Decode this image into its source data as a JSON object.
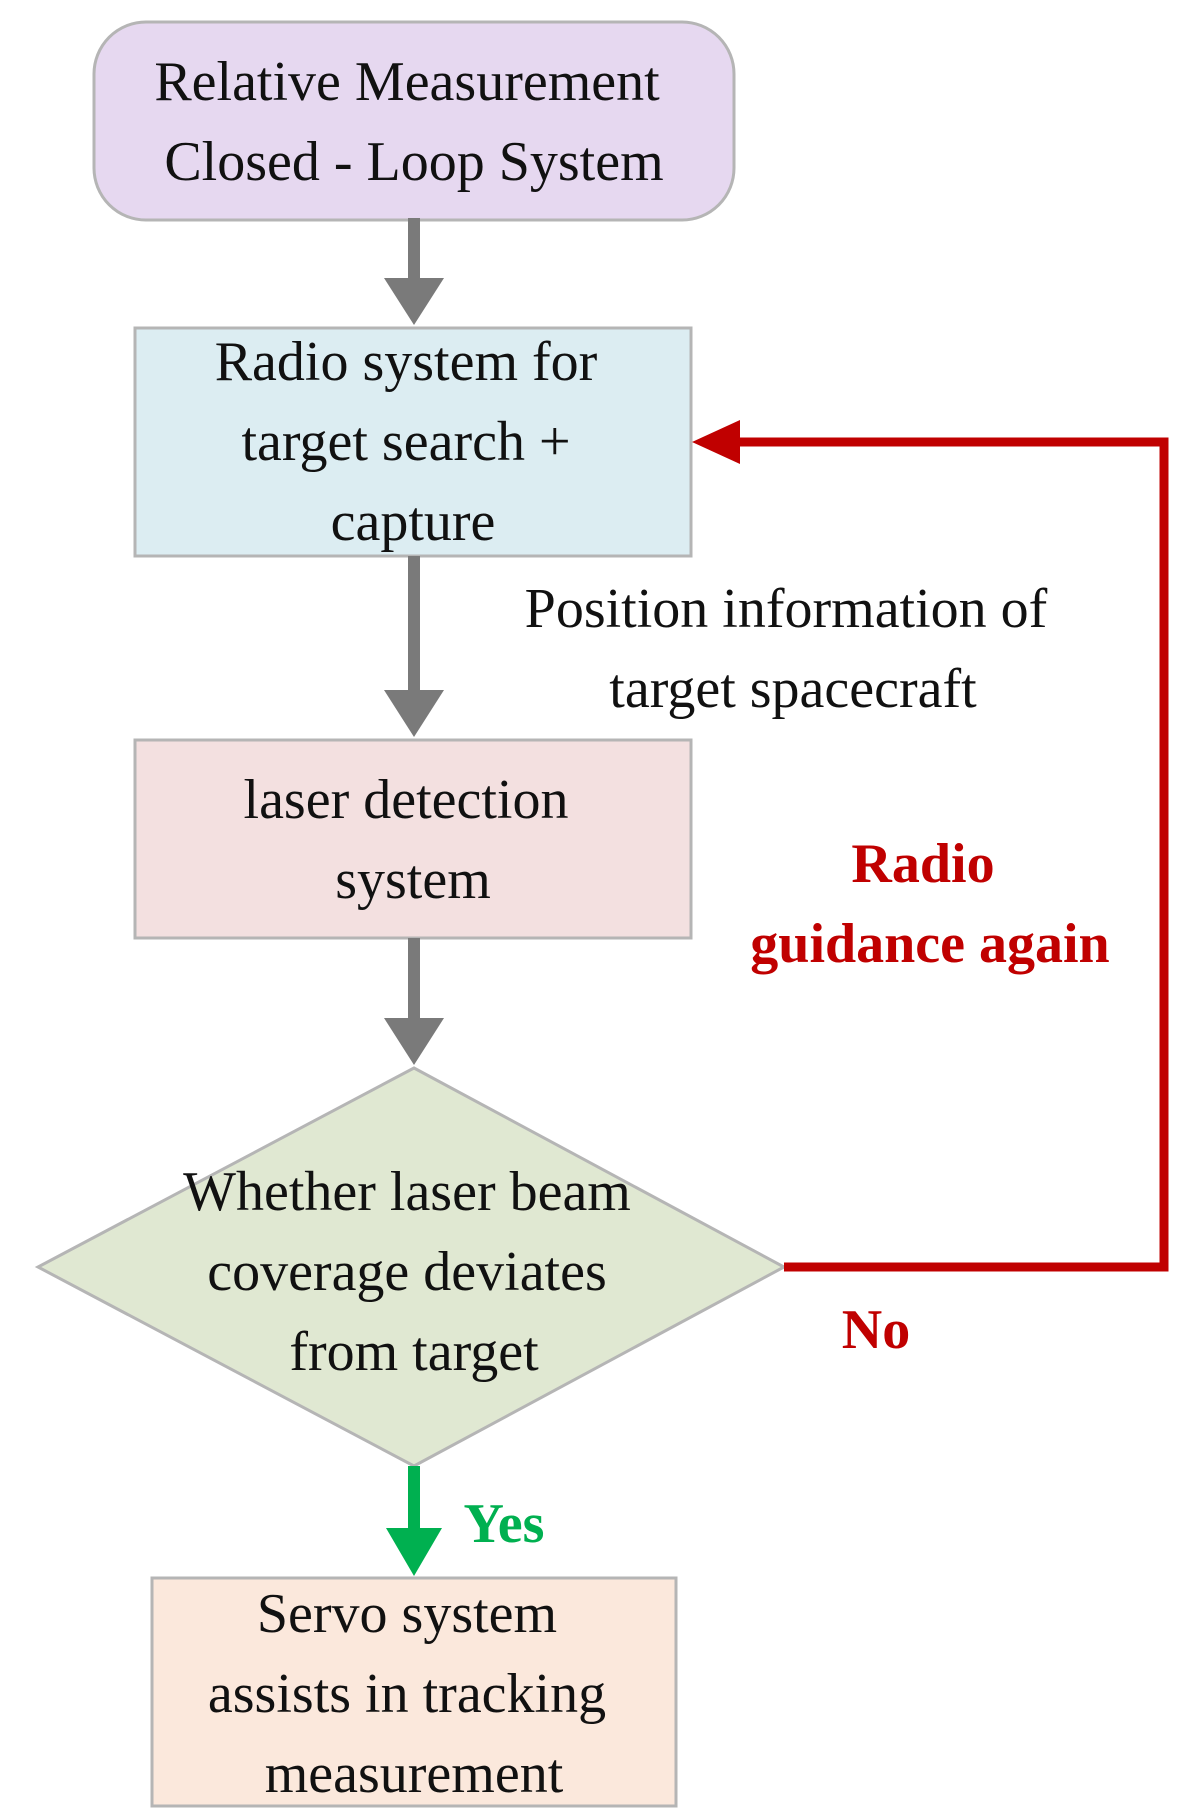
{
  "nodes": {
    "start": {
      "lines": [
        "Relative Measurement",
        "Closed - Loop System"
      ]
    },
    "radio": {
      "lines": [
        "Radio system for",
        "target search +",
        "capture"
      ]
    },
    "laser": {
      "lines": [
        "laser detection",
        "system"
      ]
    },
    "decision": {
      "lines": [
        "Whether laser beam",
        "coverage deviates",
        "from target"
      ]
    },
    "servo": {
      "lines": [
        "Servo system",
        "assists in tracking",
        "measurement"
      ]
    }
  },
  "labels": {
    "position_info": [
      "Position information of",
      "target spacecraft"
    ],
    "radio_guidance": [
      "Radio",
      "guidance again"
    ],
    "no": "No",
    "yes": "Yes"
  },
  "colors": {
    "start_fill": "#e6d8f0",
    "radio_fill": "#dcedf2",
    "laser_fill": "#f3e0e0",
    "decision_fill": "#e0e8d2",
    "servo_fill": "#fbe8dc",
    "box_stroke": "#b5b5b5",
    "arrow_gray": "#7a7a7a",
    "feedback_red": "#c00000",
    "yes_green": "#00b050"
  }
}
